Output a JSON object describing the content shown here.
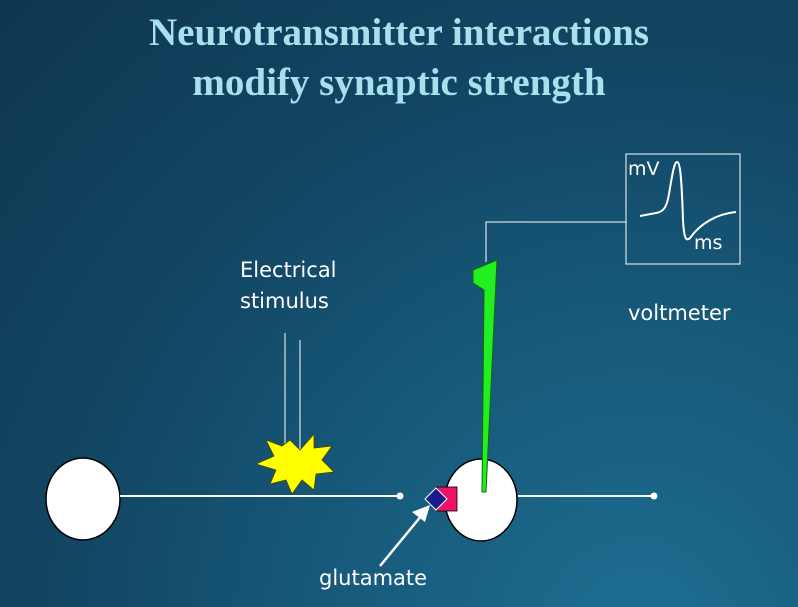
{
  "title": {
    "line1": "Neurotransmitter interactions",
    "line2": "modify synaptic strength"
  },
  "labels": {
    "stimulus_line1": "Electrical",
    "stimulus_line2": "stimulus",
    "voltmeter": "voltmeter",
    "glutamate": "glutamate"
  },
  "voltmeter_display": {
    "y_unit": "mV",
    "x_unit": "ms"
  },
  "colors": {
    "title": "#a8e0ee",
    "electrode": "#22ee22",
    "stimulus_burst": "#ffff00",
    "glutamate": "#1a1a8c",
    "receptor": "#ee1166"
  }
}
